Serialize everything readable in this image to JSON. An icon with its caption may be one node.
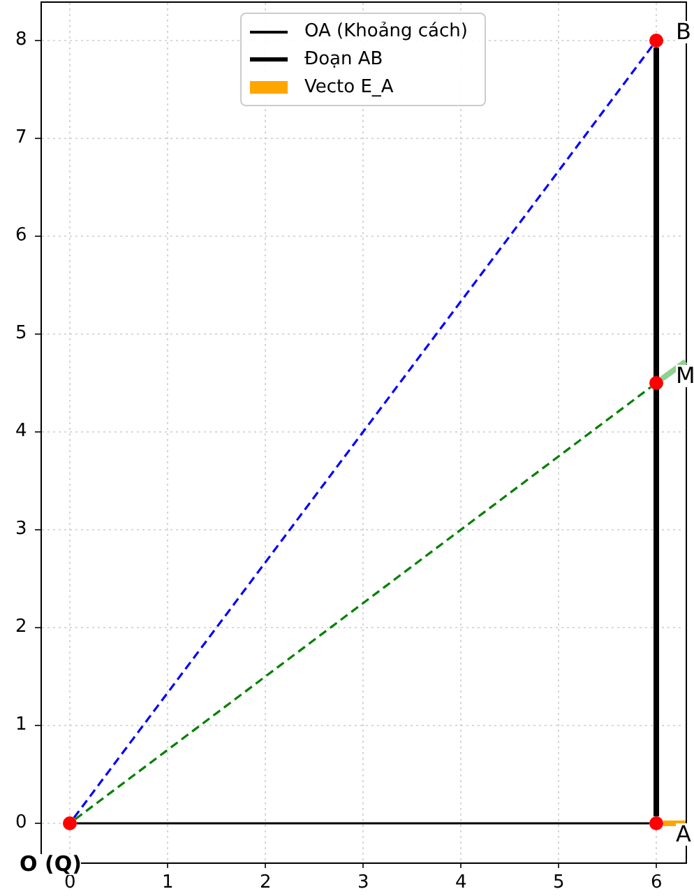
{
  "diagram": {
    "nodes": [
      {
        "text": [],
        "shape": "circle",
        "beside": [
          "O (Q)"
        ]
      },
      {
        "text": [],
        "shape": "circle",
        "beside": [
          "A"
        ]
      },
      {
        "text": [],
        "shape": "circle",
        "beside": [
          "B"
        ]
      },
      {
        "text": [],
        "shape": "circle",
        "beside": [
          "M"
        ]
      }
    ],
    "edges": [
      {
        "from": 0,
        "to": 1,
        "arrow": "none"
      },
      {
        "from": 1,
        "to": 2,
        "arrow": "none",
        "style": "thick"
      },
      {
        "from": 0,
        "to": 2,
        "arrow": "none",
        "style": "dashed",
        "color": "#0000ff"
      },
      {
        "from": 0,
        "to": 3,
        "arrow": "none",
        "style": "dashed",
        "color": "#008000"
      },
      {
        "from": 3,
        "to": null,
        "arrow": "none",
        "style": "thick",
        "color": "#90d090"
      },
      {
        "from": 1,
        "to": null,
        "arrow": "none",
        "style": "thick",
        "color": "#ffa500"
      }
    ],
    "labels": [
      "0",
      "1",
      "2",
      "3",
      "4",
      "5",
      "6",
      "0",
      "1",
      "2",
      "3",
      "4",
      "5",
      "6",
      "7",
      "8"
    ],
    "legend": [
      {
        "text": "OA (Khoảng cách)"
      },
      {
        "text": "Đoạn AB"
      },
      {
        "text": "Vecto E_A",
        "color": "#ffa500"
      }
    ]
  }
}
